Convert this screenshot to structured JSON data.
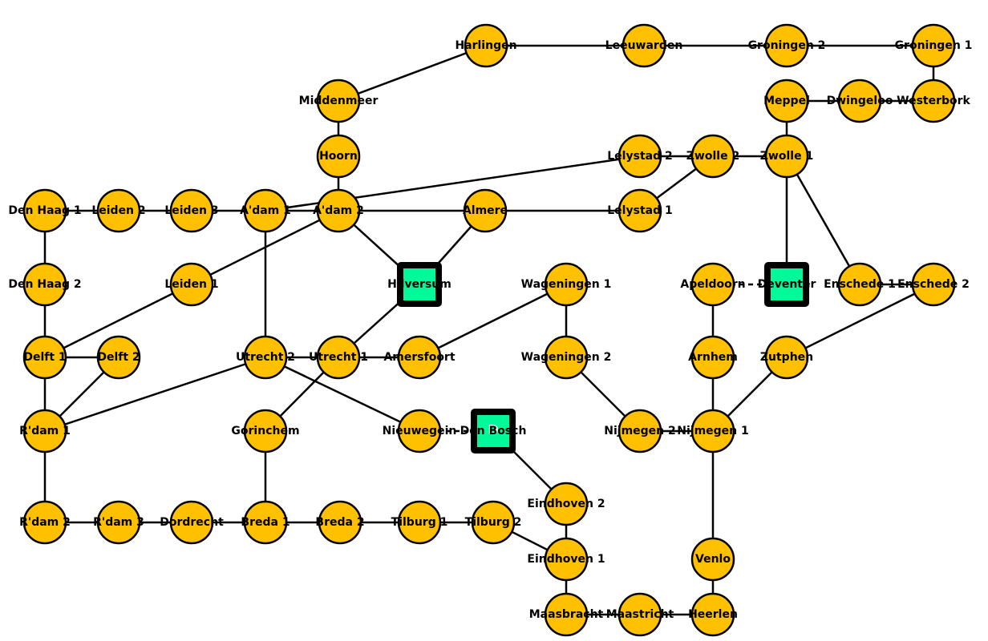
{
  "graph": {
    "colors": {
      "station": "#FFC000",
      "hub": "#00FA9A",
      "outline": "#000000"
    },
    "nodes": [
      {
        "id": "harlingen",
        "label": "Harlingen",
        "shape": "circle"
      },
      {
        "id": "leeuwarden",
        "label": "Leeuwarden",
        "shape": "circle"
      },
      {
        "id": "groningen2",
        "label": "Groningen 2",
        "shape": "circle"
      },
      {
        "id": "groningen1",
        "label": "Groningen 1",
        "shape": "circle"
      },
      {
        "id": "middenmeer",
        "label": "Middenmeer",
        "shape": "circle"
      },
      {
        "id": "meppel",
        "label": "Meppel",
        "shape": "circle"
      },
      {
        "id": "dwingeloo",
        "label": "Dwingeloo",
        "shape": "circle"
      },
      {
        "id": "westerbork",
        "label": "Westerbork",
        "shape": "circle"
      },
      {
        "id": "hoorn",
        "label": "Hoorn",
        "shape": "circle"
      },
      {
        "id": "lelystad2",
        "label": "Lelystad 2",
        "shape": "circle"
      },
      {
        "id": "zwolle2",
        "label": "Zwolle 2",
        "shape": "circle"
      },
      {
        "id": "zwolle1",
        "label": "Zwolle 1",
        "shape": "circle"
      },
      {
        "id": "denhaag1",
        "label": "Den Haag 1",
        "shape": "circle"
      },
      {
        "id": "leiden2",
        "label": "Leiden 2",
        "shape": "circle"
      },
      {
        "id": "leiden3",
        "label": "Leiden 3",
        "shape": "circle"
      },
      {
        "id": "adam1",
        "label": "A'dam 1",
        "shape": "circle"
      },
      {
        "id": "adam2",
        "label": "A'dam 2",
        "shape": "circle"
      },
      {
        "id": "almere",
        "label": "Almere",
        "shape": "circle"
      },
      {
        "id": "lelystad1",
        "label": "Lelystad 1",
        "shape": "circle"
      },
      {
        "id": "denhaag2",
        "label": "Den Haag 2",
        "shape": "circle"
      },
      {
        "id": "leiden1",
        "label": "Leiden 1",
        "shape": "circle"
      },
      {
        "id": "hilversum",
        "label": "Hilversum",
        "shape": "square"
      },
      {
        "id": "wageningen1",
        "label": "Wageningen 1",
        "shape": "circle"
      },
      {
        "id": "apeldoorn",
        "label": "Apeldoorn",
        "shape": "circle"
      },
      {
        "id": "deventer",
        "label": "Deventer",
        "shape": "square"
      },
      {
        "id": "enschede1",
        "label": "Enschede 1",
        "shape": "circle"
      },
      {
        "id": "enschede2",
        "label": "Enschede 2",
        "shape": "circle"
      },
      {
        "id": "delft1",
        "label": "Delft 1",
        "shape": "circle"
      },
      {
        "id": "delft2",
        "label": "Delft 2",
        "shape": "circle"
      },
      {
        "id": "utrecht2",
        "label": "Utrecht 2",
        "shape": "circle"
      },
      {
        "id": "utrecht1",
        "label": "Utrecht 1",
        "shape": "circle"
      },
      {
        "id": "amersfoort",
        "label": "Amersfoort",
        "shape": "circle"
      },
      {
        "id": "wageningen2",
        "label": "Wageningen 2",
        "shape": "circle"
      },
      {
        "id": "arnhem",
        "label": "Arnhem",
        "shape": "circle"
      },
      {
        "id": "zutphen",
        "label": "Zutphen",
        "shape": "circle"
      },
      {
        "id": "rdam1",
        "label": "R'dam 1",
        "shape": "circle"
      },
      {
        "id": "gorinchem",
        "label": "Gorinchem",
        "shape": "circle"
      },
      {
        "id": "nieuwegein",
        "label": "Nieuwegein",
        "shape": "circle"
      },
      {
        "id": "denbosch",
        "label": "Den Bosch",
        "shape": "square",
        "glyph": "D"
      },
      {
        "id": "nijmegen2",
        "label": "Nijmegen 2",
        "shape": "circle"
      },
      {
        "id": "nijmegen1",
        "label": "Nijmegen 1",
        "shape": "circle"
      },
      {
        "id": "eindhoven2",
        "label": "Eindhoven 2",
        "shape": "circle"
      },
      {
        "id": "rdam2",
        "label": "R'dam 2",
        "shape": "circle"
      },
      {
        "id": "rdam3",
        "label": "R'dam 3",
        "shape": "circle"
      },
      {
        "id": "dordrecht",
        "label": "Dordrecht",
        "shape": "circle"
      },
      {
        "id": "breda1",
        "label": "Breda 1",
        "shape": "circle"
      },
      {
        "id": "breda2",
        "label": "Breda 2",
        "shape": "circle"
      },
      {
        "id": "tilburg1",
        "label": "Tilburg 1",
        "shape": "circle"
      },
      {
        "id": "tilburg2",
        "label": "Tilburg 2",
        "shape": "circle"
      },
      {
        "id": "eindhoven1",
        "label": "Eindhoven 1",
        "shape": "circle"
      },
      {
        "id": "venlo",
        "label": "Venlo",
        "shape": "circle"
      },
      {
        "id": "maasbracht",
        "label": "Maasbracht",
        "shape": "circle"
      },
      {
        "id": "maastricht",
        "label": "Maastricht",
        "shape": "circle"
      },
      {
        "id": "heerlen",
        "label": "Heerlen",
        "shape": "circle"
      }
    ],
    "edges": [
      [
        "harlingen",
        "leeuwarden"
      ],
      [
        "leeuwarden",
        "groningen2"
      ],
      [
        "groningen2",
        "groningen1"
      ],
      [
        "groningen1",
        "westerbork"
      ],
      [
        "westerbork",
        "dwingeloo"
      ],
      [
        "dwingeloo",
        "meppel"
      ],
      [
        "meppel",
        "zwolle1"
      ],
      [
        "harlingen",
        "middenmeer"
      ],
      [
        "middenmeer",
        "hoorn"
      ],
      [
        "hoorn",
        "adam2"
      ],
      [
        "lelystad2",
        "zwolle2"
      ],
      [
        "zwolle2",
        "zwolle1"
      ],
      [
        "lelystad2",
        "adam1"
      ],
      [
        "zwolle2",
        "lelystad1"
      ],
      [
        "denhaag1",
        "leiden2"
      ],
      [
        "leiden2",
        "leiden3"
      ],
      [
        "leiden3",
        "adam1"
      ],
      [
        "adam1",
        "adam2"
      ],
      [
        "adam2",
        "almere"
      ],
      [
        "almere",
        "lelystad1"
      ],
      [
        "adam2",
        "hilversum"
      ],
      [
        "almere",
        "hilversum"
      ],
      [
        "adam1",
        "utrecht2"
      ],
      [
        "adam2",
        "delft1"
      ],
      [
        "denhaag1",
        "denhaag2"
      ],
      [
        "denhaag2",
        "delft1"
      ],
      [
        "delft1",
        "delft2"
      ],
      [
        "delft1",
        "rdam1"
      ],
      [
        "delft2",
        "rdam1"
      ],
      [
        "rdam1",
        "utrecht2"
      ],
      [
        "hilversum",
        "utrecht1"
      ],
      [
        "utrecht2",
        "utrecht1"
      ],
      [
        "utrecht1",
        "amersfoort"
      ],
      [
        "amersfoort",
        "wageningen1"
      ],
      [
        "utrecht2",
        "nieuwegein"
      ],
      [
        "utrecht1",
        "gorinchem"
      ],
      [
        "gorinchem",
        "breda1"
      ],
      [
        "wageningen1",
        "wageningen2"
      ],
      [
        "wageningen2",
        "nijmegen2"
      ],
      [
        "nijmegen2",
        "nijmegen1"
      ],
      [
        "zwolle1",
        "deventer"
      ],
      [
        "zwolle1",
        "enschede1"
      ],
      [
        "enschede1",
        "enschede2"
      ],
      [
        "enschede2",
        "zutphen"
      ],
      [
        "zutphen",
        "nijmegen1"
      ],
      [
        "apeldoorn",
        "arnhem"
      ],
      [
        "arnhem",
        "nijmegen1"
      ],
      [
        "nijmegen1",
        "venlo"
      ],
      [
        "venlo",
        "heerlen"
      ],
      [
        "heerlen",
        "maastricht"
      ],
      [
        "maastricht",
        "maasbracht"
      ],
      [
        "maasbracht",
        "eindhoven1"
      ],
      [
        "eindhoven1",
        "eindhoven2"
      ],
      [
        "eindhoven2",
        "denbosch"
      ],
      [
        "eindhoven1",
        "tilburg2"
      ],
      [
        "tilburg2",
        "tilburg1"
      ],
      [
        "tilburg1",
        "breda2"
      ],
      [
        "breda2",
        "breda1"
      ],
      [
        "breda1",
        "dordrecht"
      ],
      [
        "dordrecht",
        "rdam3"
      ],
      [
        "rdam3",
        "rdam2"
      ],
      [
        "rdam2",
        "rdam1"
      ]
    ],
    "dashed_edges": [
      [
        "apeldoorn",
        "deventer"
      ],
      [
        "nieuwegein",
        "denbosch"
      ]
    ]
  }
}
